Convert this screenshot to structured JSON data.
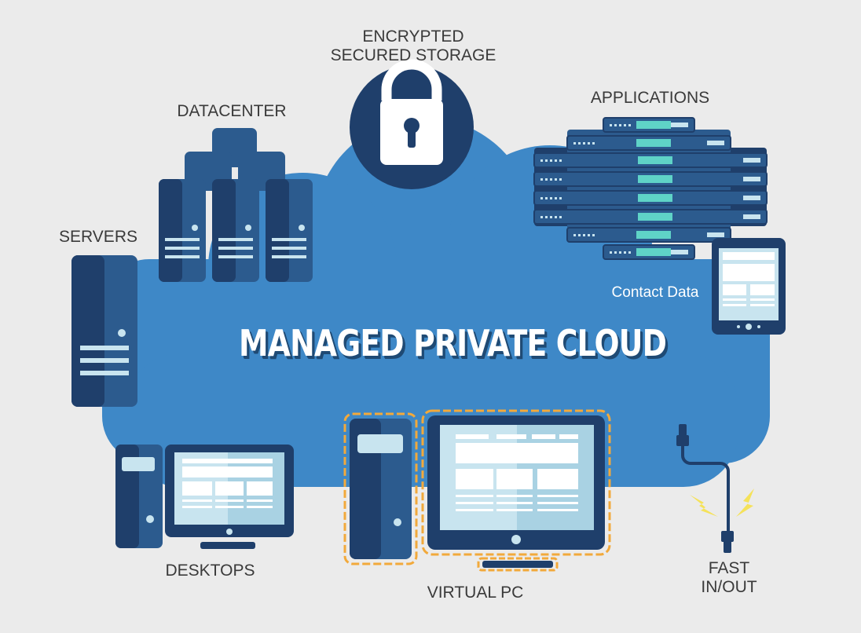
{
  "title": "MANAGED PRIVATE CLOUD",
  "labels": {
    "storage_line1": "ENCRYPTED",
    "storage_line2": "SECURED STORAGE",
    "datacenter": "DATACENTER",
    "applications": "APPLICATIONS",
    "servers": "SERVERS",
    "contact_data": "Contact Data",
    "desktops": "DESKTOPS",
    "virtual_pc": "VIRTUAL PC",
    "fast_line1": "FAST",
    "fast_line2": "IN/OUT"
  },
  "colors": {
    "background": "#ebebeb",
    "cloud": "#3e88c7",
    "dark_navy": "#1f3f6b",
    "mid_navy": "#2c5b8e",
    "light_screen": "#c8e4ef",
    "accent_teal": "#5fd3c7",
    "highlight_dash": "#f2a93b",
    "bolt": "#f5e25a"
  },
  "icons": [
    "lock-icon",
    "datacenter-icon",
    "applications-rack-icon",
    "server-tower-icon",
    "tablet-icon",
    "desktop-icon",
    "virtual-pc-icon",
    "cable-plug-icon",
    "lightning-icon"
  ]
}
